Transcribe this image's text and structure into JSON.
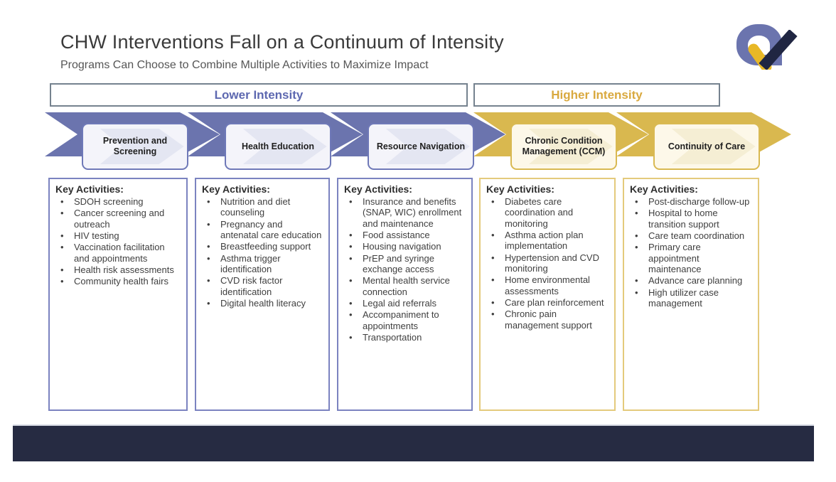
{
  "slide": {
    "title": "CHW Interventions Fall on a Continuum of Intensity",
    "subtitle": "Programs Can Choose to Combine Multiple Activities to Maximize Impact"
  },
  "headers": {
    "lower": "Lower Intensity",
    "higher": "Higher Intensity"
  },
  "steps": [
    {
      "label": "Prevention and Screening",
      "theme": "purple"
    },
    {
      "label": "Health Education",
      "theme": "purple"
    },
    {
      "label": "Resource Navigation",
      "theme": "purple"
    },
    {
      "label": "Chronic Condition Management (CCM)",
      "theme": "gold"
    },
    {
      "label": "Continuity of Care",
      "theme": "gold"
    }
  ],
  "columns": [
    {
      "heading": "Key Activities:",
      "theme": "purple",
      "items": [
        "SDOH screening",
        "Cancer screening and outreach",
        "HIV testing",
        "Vaccination facilitation and appointments",
        "Health risk assessments",
        "Community health fairs"
      ]
    },
    {
      "heading": "Key Activities:",
      "theme": "purple",
      "items": [
        "Nutrition and diet counseling",
        "Pregnancy and antenatal care education",
        "Breastfeeding support",
        "Asthma trigger identification",
        "CVD risk factor identification",
        "Digital health literacy"
      ]
    },
    {
      "heading": "Key Activities:",
      "theme": "purple",
      "items": [
        "Insurance and benefits (SNAP, WIC) enrollment and maintenance",
        "Food assistance",
        "Housing navigation",
        "PrEP and syringe exchange access",
        "Mental health service connection",
        "Legal aid referrals",
        "Accompaniment to appointments",
        "Transportation"
      ]
    },
    {
      "heading": "Key Activities:",
      "theme": "gold",
      "items": [
        "Diabetes care coordination and monitoring",
        "Asthma action plan implementation",
        "Hypertension and CVD monitoring",
        "Home environmental assessments",
        "Care plan reinforcement",
        "Chronic pain management support"
      ]
    },
    {
      "heading": "Key Activities:",
      "theme": "gold",
      "items": [
        "Post-discharge follow-up",
        "Hospital to home transition support",
        "Care team coordination",
        "Primary care appointment maintenance",
        "Advance care planning",
        "High utilizer case management"
      ]
    }
  ],
  "colors": {
    "chevron-purple": "#6b74ae",
    "chevron-gold": "#d9b84f",
    "step-border-purple": "#6f79b8",
    "step-fill-purple": "#f4f4fa",
    "step-watermark-purple": "#e4e6f2",
    "step-border-gold": "#d9b952",
    "step-fill-gold": "#fdf8e9",
    "step-watermark-gold": "#f5eed4",
    "col-border-purple": "#7b83c0",
    "col-border-gold": "#e4ca7c",
    "header-text-lower": "#5d68b0",
    "header-text-higher": "#d9a93f",
    "header-border": "#75828f",
    "footer-bar": "#262b42",
    "footer-top-line": "#d8dbe4",
    "logo-purple": "#6b74ae",
    "logo-navy": "#202642",
    "logo-gold": "#e8b826",
    "title-text": "#3a3a3a",
    "subtitle-text": "#565656",
    "body-text": "#3f3f3f"
  }
}
